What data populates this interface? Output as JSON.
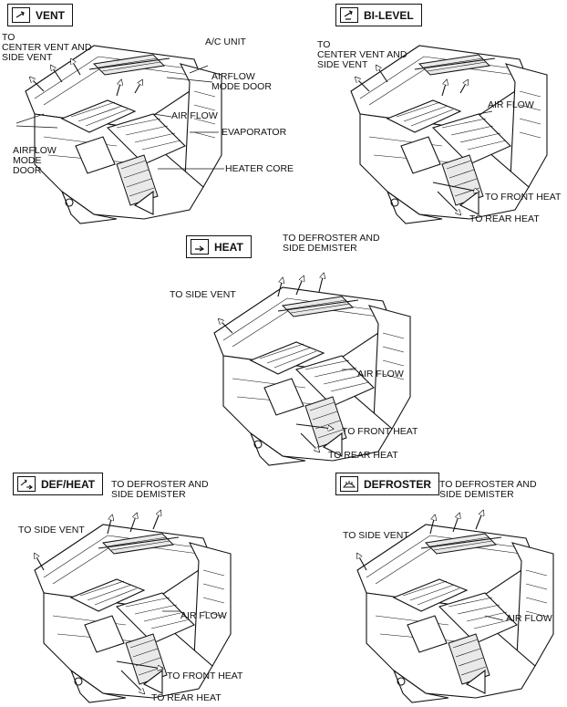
{
  "panels": {
    "vent": {
      "mode": "VENT",
      "icon": "vent-mode-icon",
      "labels": {
        "to_center_vent": "TO\nCENTER VENT AND\nSIDE VENT",
        "ac_unit": "A/C UNIT",
        "airflow_mode_door_top": "AIRFLOW\nMODE DOOR",
        "air_flow": "AIR FLOW",
        "evaporator": "EVAPORATOR",
        "airflow_mode_door_left": "AIRFLOW\nMODE\nDOOR",
        "heater_core": "HEATER CORE"
      }
    },
    "bilevel": {
      "mode": "BI-LEVEL",
      "icon": "bilevel-mode-icon",
      "labels": {
        "to_center_vent": "TO\nCENTER VENT AND\nSIDE VENT",
        "air_flow": "AIR FLOW",
        "to_front_heat": "TO FRONT HEAT",
        "to_rear_heat": "TO REAR HEAT"
      }
    },
    "heat": {
      "mode": "HEAT",
      "icon": "heat-mode-icon",
      "labels": {
        "to_defroster": "TO DEFROSTER AND\nSIDE DEMISTER",
        "to_side_vent": "TO SIDE VENT",
        "air_flow": "AIR FLOW",
        "to_front_heat": "TO FRONT HEAT",
        "to_rear_heat": "TO REAR HEAT"
      }
    },
    "defheat": {
      "mode": "DEF/HEAT",
      "icon": "defheat-mode-icon",
      "labels": {
        "to_defroster": "TO DEFROSTER AND\nSIDE DEMISTER",
        "to_side_vent": "TO SIDE VENT",
        "air_flow": "AIR FLOW",
        "to_front_heat": "TO FRONT HEAT",
        "to_rear_heat": "TO REAR HEAT"
      }
    },
    "defroster": {
      "mode": "DEFROSTER",
      "icon": "defroster-mode-icon",
      "labels": {
        "to_defroster": "TO DEFROSTER AND\nSIDE DEMISTER",
        "to_side_vent": "TO SIDE VENT",
        "air_flow": "AIR FLOW"
      }
    }
  }
}
